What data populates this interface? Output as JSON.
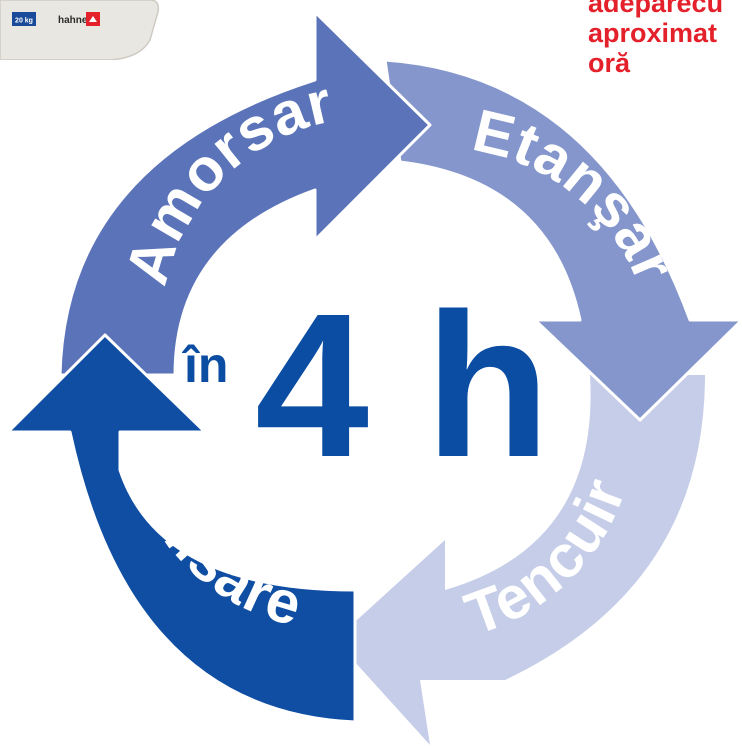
{
  "product_image": {
    "weight_label": "20 kg",
    "brand_label": "hahne"
  },
  "note": {
    "lines": [
      "adeparecu",
      "aproximat",
      "oră"
    ]
  },
  "cycle": {
    "steps": [
      {
        "label": "Amorsare",
        "color": "#5b73b8"
      },
      {
        "label": "Etanşare",
        "color": "#8496cc"
      },
      {
        "label": "Tencuire",
        "color": "#c6cde8"
      },
      {
        "label": "Finisare",
        "color": "#0f4ea3"
      }
    ],
    "center": {
      "prefix": "în",
      "number": "4",
      "unit": "h",
      "color": "#0b4da2"
    }
  }
}
